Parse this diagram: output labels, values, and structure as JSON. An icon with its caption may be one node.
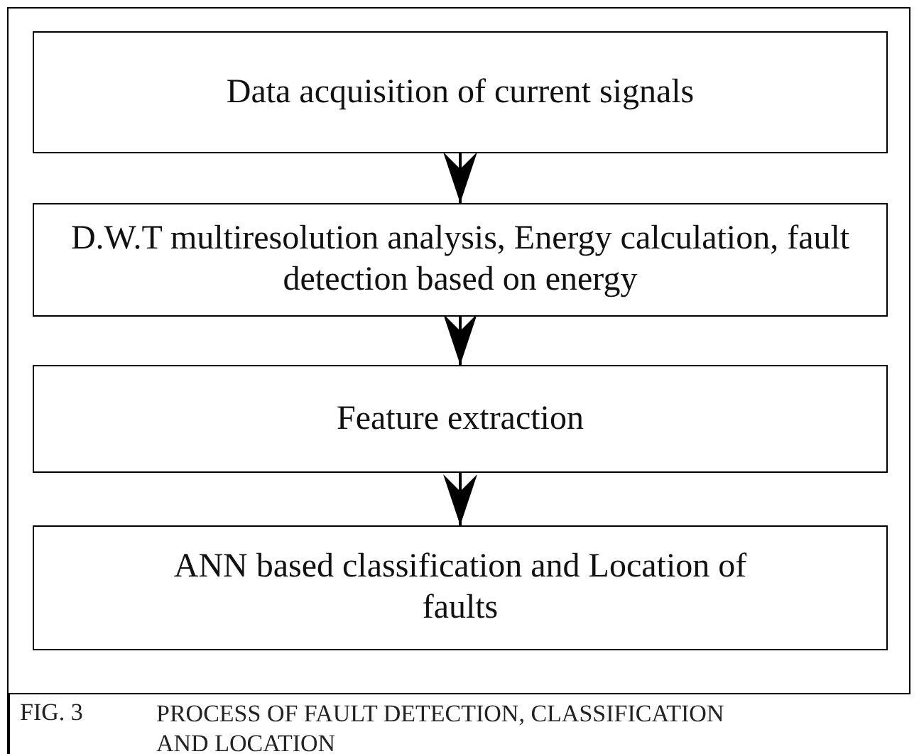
{
  "diagram": {
    "caption": "PROCESS OF FAULT DETECTION, CLASSIFICATION AND LOCATION",
    "nodes": [
      {
        "text": [
          "Data acquisition of current signals"
        ]
      },
      {
        "text": [
          "D.W.T multiresolution analysis, Energy calculation, fault detection based on energy"
        ]
      },
      {
        "text": [
          "Feature extraction"
        ]
      },
      {
        "text": [
          "ANN based classification and Location of faults"
        ]
      }
    ],
    "edges": [
      {
        "from": 0,
        "to": 1,
        "arrow": "to"
      },
      {
        "from": 1,
        "to": 2,
        "arrow": "to"
      },
      {
        "from": 2,
        "to": 3,
        "arrow": "to"
      }
    ],
    "labels": [
      "FIG. 3"
    ]
  }
}
